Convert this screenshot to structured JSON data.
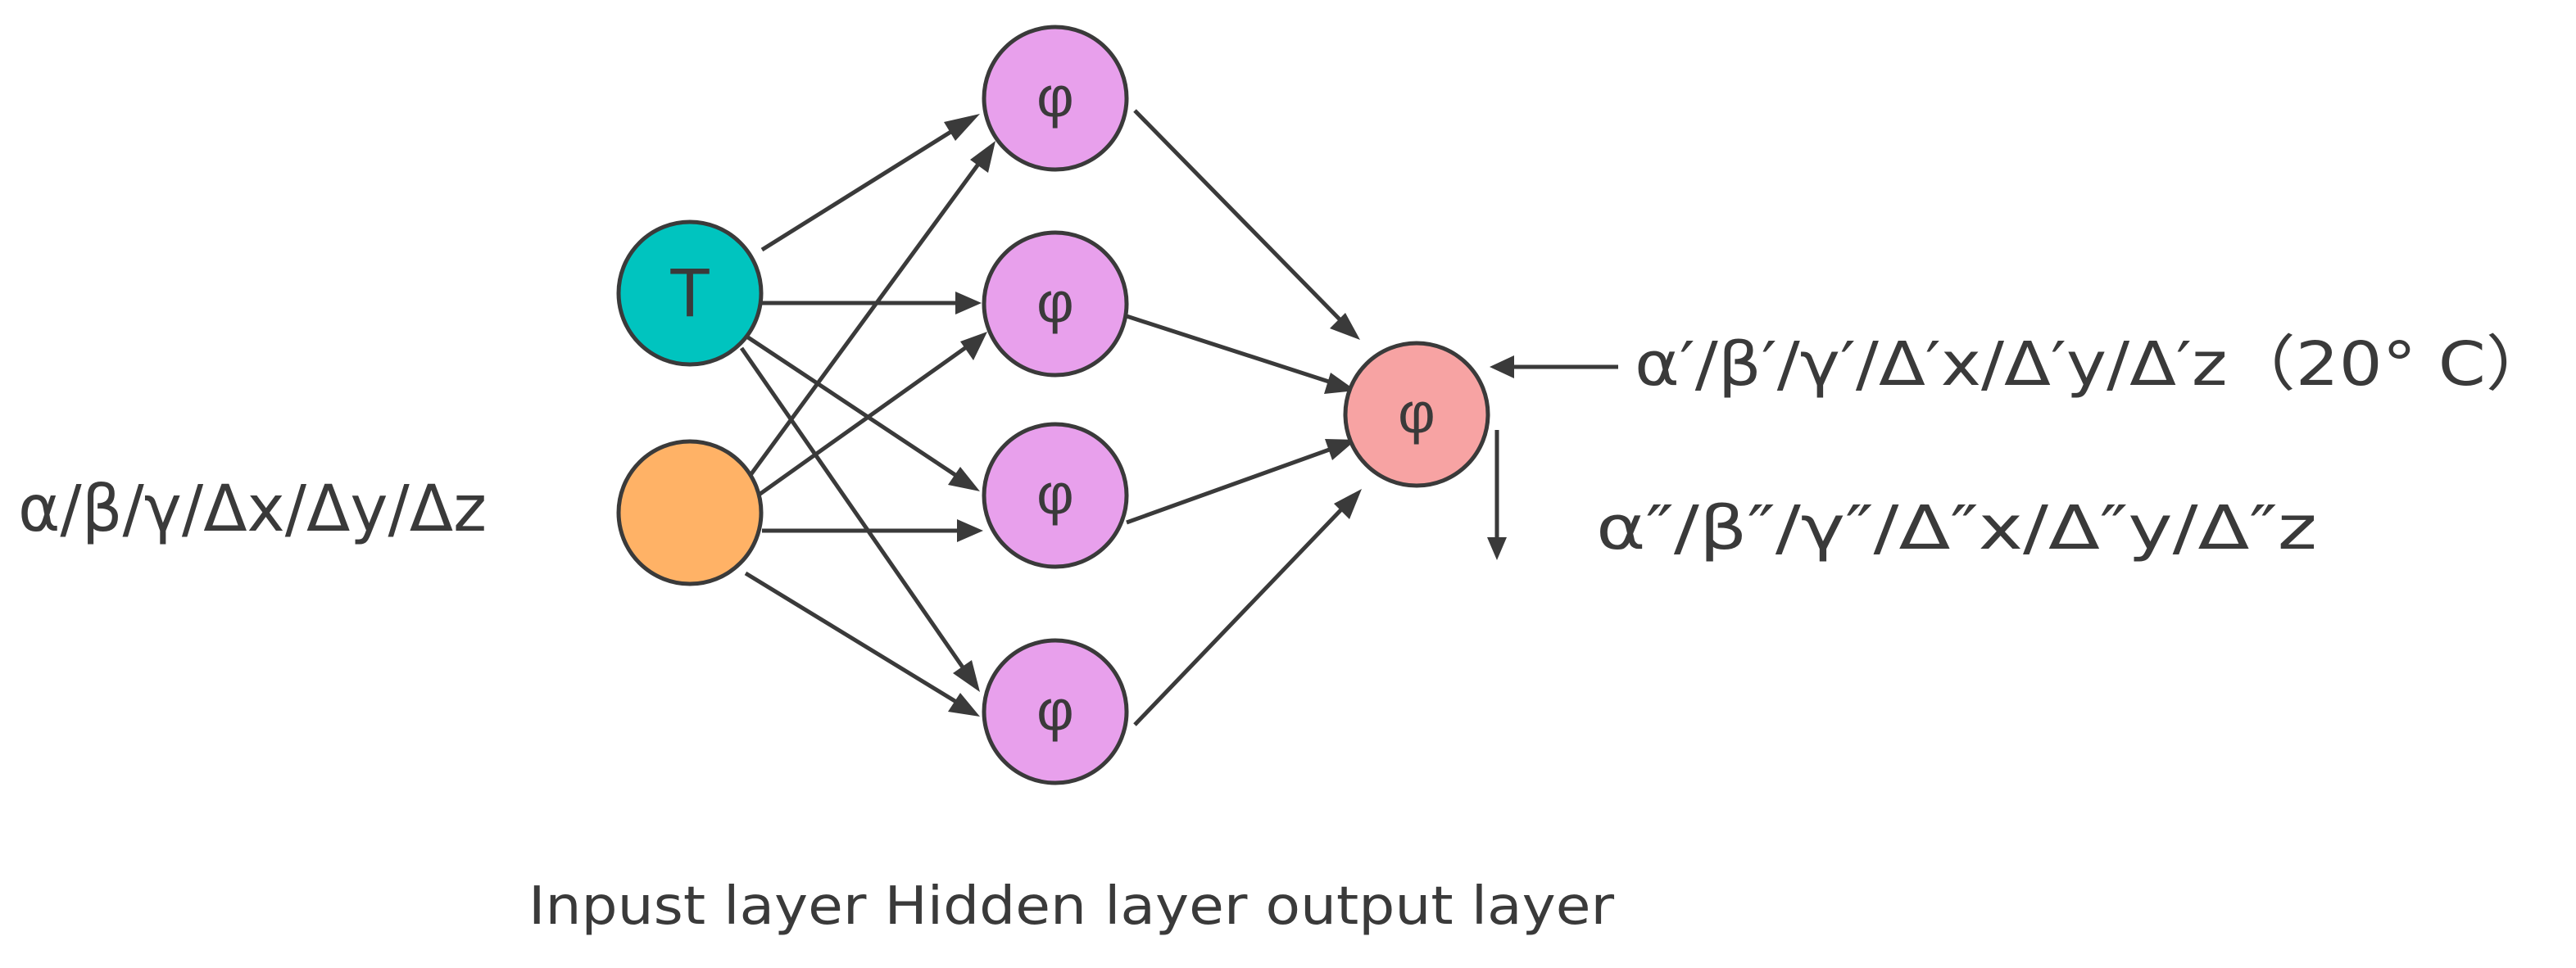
{
  "diagram": {
    "input_label": "α/β/γ/Δx/Δy/Δz",
    "right_top_label": "α′/β′/γ′/Δ′x/Δ′y/Δ′z（20° C）",
    "right_bottom_label": "α″/β″/γ″/Δ″x/Δ″y/Δ″z",
    "caption": "Inpust layer Hidden layer output layer",
    "nodes": {
      "input_t": {
        "label": "T",
        "fill": "#00c4bf"
      },
      "input_orange": {
        "label": "",
        "fill": "#ffb266"
      },
      "hidden": [
        {
          "label": "φ",
          "fill": "#e8a0ec"
        },
        {
          "label": "φ",
          "fill": "#e8a0ec"
        },
        {
          "label": "φ",
          "fill": "#e8a0ec"
        },
        {
          "label": "φ",
          "fill": "#e8a0ec"
        }
      ],
      "output": {
        "label": "φ",
        "fill": "#f7a3a3"
      }
    }
  }
}
